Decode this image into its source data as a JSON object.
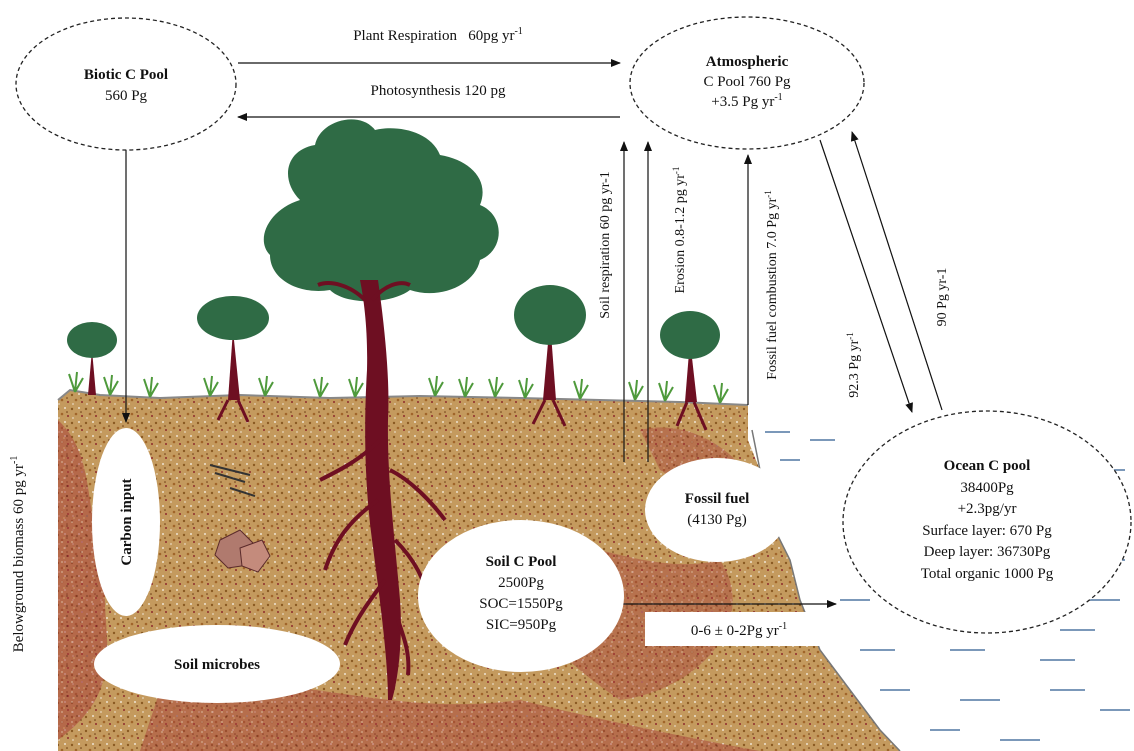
{
  "pools": {
    "biotic": {
      "title": "Biotic C Pool",
      "value": "560 Pg"
    },
    "atmospheric": {
      "title": "Atmospheric",
      "line1": "C Pool 760 Pg",
      "line2_base": "+3.5 Pg yr",
      "line2_sup": "-1"
    },
    "ocean": {
      "title": "Ocean C pool",
      "line1": "38400Pg",
      "line2": "+2.3pg/yr",
      "line3": "Surface layer: 670 Pg",
      "line4": "Deep layer: 36730Pg",
      "line5": "Total organic 1000 Pg"
    },
    "fossil": {
      "title": "Fossil fuel",
      "value": "(4130 Pg)"
    },
    "soil": {
      "title": "Soil C Pool",
      "line1": "2500Pg",
      "line2": "SOC=1550Pg",
      "line3": "SIC=950Pg"
    },
    "carbon_input": {
      "label": "Carbon input"
    },
    "soil_microbes": {
      "label": "Soil microbes"
    }
  },
  "fluxes": {
    "plant_respiration": {
      "base": "Plant Respiration   60pg yr",
      "sup": "-1"
    },
    "photosynthesis": {
      "label": "Photosynthesis 120 pg"
    },
    "soil_respiration": {
      "label": "Soil respiration 60 pg yr-1"
    },
    "erosion": {
      "base": "Erosion 0.8-1.2 pg yr",
      "sup": "-1"
    },
    "fossil_combustion": {
      "base": "Fossil fuel combustion 7.0 Pg yr",
      "sup": "-1"
    },
    "ocean_uptake": {
      "base": "92.3 Pg yr",
      "sup": "-1"
    },
    "ocean_release": {
      "label": "90 Pg yr-1"
    },
    "belowground": {
      "base": "Belowground biomass 60 pg yr",
      "sup": "-1"
    },
    "soil_to_ocean": {
      "base": "0-6 ± 0-2Pg yr",
      "sup": "-1"
    }
  },
  "colors": {
    "soil": "#b58b4c",
    "soil_dark": "#8e2b2b",
    "canopy": "#2f6b45",
    "trunk": "#6e0f22",
    "grass": "#4f9a3c",
    "water_line": "#5b7fa8"
  },
  "icons": [
    "arrow",
    "tree",
    "grass",
    "rock"
  ]
}
